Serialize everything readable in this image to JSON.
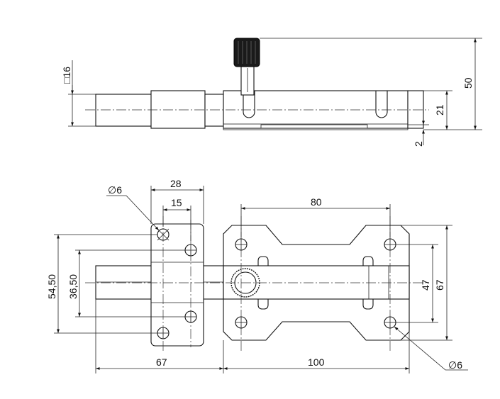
{
  "side_view": {
    "dims": {
      "square_16": "□16",
      "height_50": "50",
      "height_21": "21",
      "gap_2": "2"
    }
  },
  "top_view": {
    "dims": {
      "width_28": "28",
      "width_15": "15",
      "hole_left": "∅6",
      "span_80": "80",
      "height_54_50": "54,50",
      "height_36_50": "36,50",
      "height_47": "47",
      "height_67": "67",
      "length_67": "67",
      "length_100": "100",
      "hole_right": "∅6"
    }
  }
}
